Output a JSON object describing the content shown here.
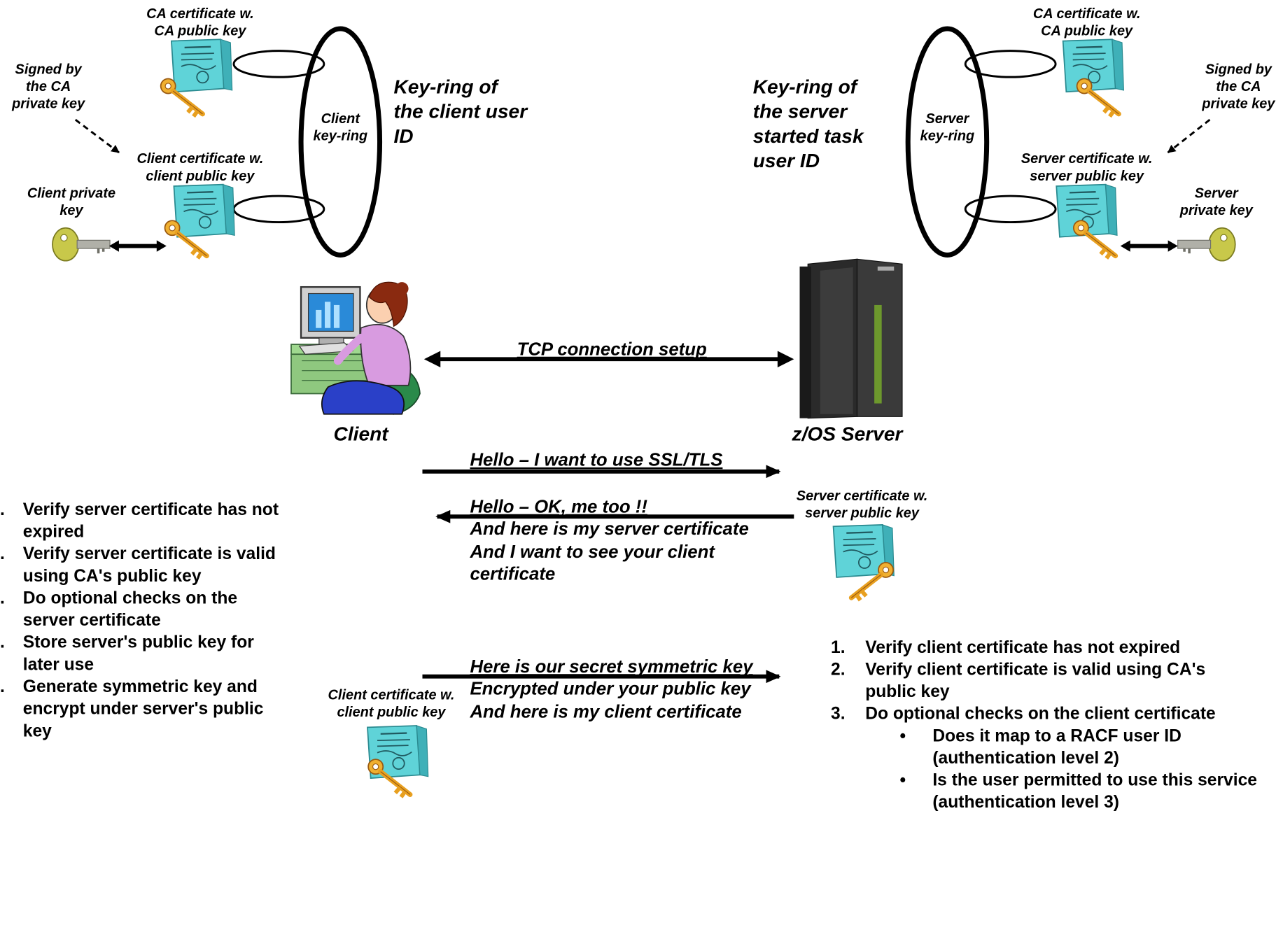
{
  "client_side": {
    "ca_cert_label": [
      "CA certificate w.",
      "CA public key"
    ],
    "signed_by_label": [
      "Signed by",
      "the CA",
      "private key"
    ],
    "client_cert_label": [
      "Client certificate w.",
      "client public key"
    ],
    "private_key_label": [
      "Client private",
      "key"
    ],
    "ring_label": [
      "Client",
      "key-ring"
    ],
    "keyring_title": [
      "Key-ring of",
      "the client user",
      "ID"
    ],
    "node_label": "Client"
  },
  "server_side": {
    "ca_cert_label": [
      "CA certificate w.",
      "CA public key"
    ],
    "signed_by_label": [
      "Signed by",
      "the CA",
      "private key"
    ],
    "server_cert_label": [
      "Server certificate w.",
      "server public key"
    ],
    "private_key_label": [
      "Server",
      "private key"
    ],
    "ring_label": [
      "Server",
      "key-ring"
    ],
    "keyring_title": [
      "Key-ring of",
      "the server",
      "started task",
      "user ID"
    ],
    "node_label": "z/OS Server"
  },
  "messages": {
    "tcp": "TCP connection setup",
    "hello_client": "Hello – I want to use SSL/TLS",
    "hello_server": [
      "Hello – OK, me too !!",
      "And here is my server certificate",
      "And I want to see your client",
      "certificate"
    ],
    "key_exchange": [
      "Here is our secret symmetric key",
      "Encrypted under your public key",
      "And here is my client certificate"
    ]
  },
  "server_cert_sent_label": [
    "Server certificate w.",
    "server public key"
  ],
  "client_cert_sent_label": [
    "Client certificate w.",
    "client public key"
  ],
  "client_checks": [
    [
      "Verify server certificate has not",
      "expired"
    ],
    [
      "Verify server certificate is valid",
      "using CA's public key"
    ],
    [
      "Do optional checks on the",
      "server certificate"
    ],
    [
      "Store server's public key for",
      "later use"
    ],
    [
      "Generate symmetric key and",
      "encrypt under server's public",
      "key"
    ]
  ],
  "server_checks": {
    "items": [
      {
        "marker": "1.",
        "lines": [
          "Verify client certificate has not expired"
        ]
      },
      {
        "marker": "2.",
        "lines": [
          "Verify client certificate is valid using CA's",
          "public key"
        ]
      },
      {
        "marker": "3.",
        "lines": [
          "Do optional checks on the client certificate"
        ]
      }
    ],
    "sub_items": [
      {
        "marker": "•",
        "lines": [
          "Does it map to a RACF user ID",
          "(authentication level 2)"
        ]
      },
      {
        "marker": "•",
        "lines": [
          "Is the user permitted to use this service",
          "(authentication level 3)"
        ]
      }
    ]
  },
  "colors": {
    "certificate": "#5fd3d8",
    "ring": "#000000",
    "key_gold": "#e8a020",
    "private_key": "#c8c84a",
    "person_top": "#d89be0"
  }
}
